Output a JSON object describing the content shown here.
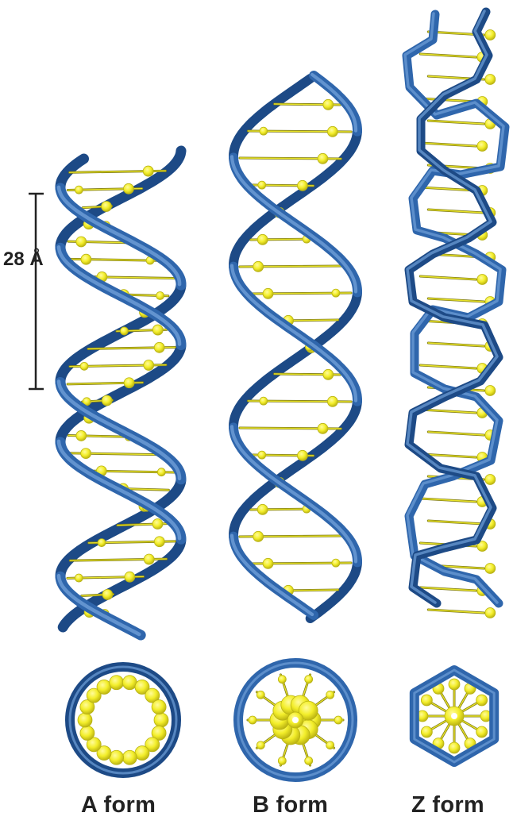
{
  "scale_bar": {
    "label": "28 Å"
  },
  "forms": [
    {
      "label": "A form"
    },
    {
      "label": "B form"
    },
    {
      "label": "Z form"
    }
  ],
  "colors": {
    "backbone": "#2f66ac",
    "backbone_highlight": "#6f9fd8",
    "backbone_dark": "#1d4a86",
    "base": "#f3ee2a",
    "base_dark": "#b9b314",
    "base_stick": "#7e7a14",
    "text": "#222222"
  }
}
